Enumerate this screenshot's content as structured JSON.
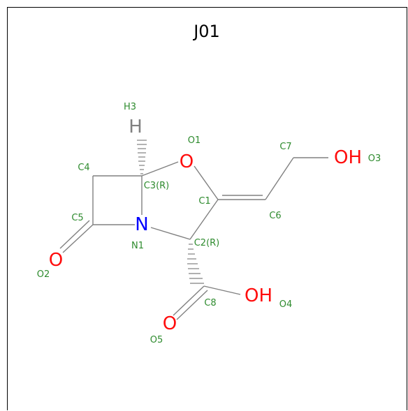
{
  "title": "J01",
  "atoms": {
    "O1": "O",
    "O2": "O",
    "O3": "OH",
    "O4": "OH",
    "O5": "O",
    "N1": "N",
    "H3": "H"
  },
  "labels": {
    "H3": "H3",
    "O1": "O1",
    "C7": "C7",
    "O3": "O3",
    "C4": "C4",
    "C3": "C3(R)",
    "C1": "C1",
    "C6": "C6",
    "C5": "C5",
    "N1": "N1",
    "C2": "C2(R)",
    "O2": "O2",
    "C8": "C8",
    "O4": "O4",
    "O5": "O5"
  },
  "colors": {
    "carbon_label": "#2e8b2e",
    "oxygen": "#ff0d0d",
    "nitrogen": "#0000ff",
    "hydrogen": "#808080",
    "bond": "#808080"
  }
}
